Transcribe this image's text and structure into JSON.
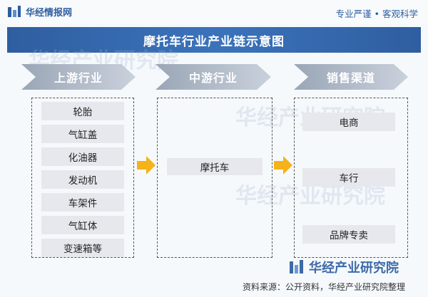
{
  "header": {
    "brand": "华经情报网",
    "tagline": "专业严谨 • 客观科学"
  },
  "title": "摩托车行业产业链示意图",
  "columns": {
    "upstream": {
      "label": "上游行业",
      "items": [
        "轮胎",
        "气缸盖",
        "化油器",
        "发动机",
        "车架件",
        "气缸体",
        "变速箱等"
      ]
    },
    "midstream": {
      "label": "中游行业",
      "items": [
        "摩托车"
      ]
    },
    "channels": {
      "label": "销售渠道",
      "items": [
        "电商",
        "车行",
        "品牌专卖"
      ]
    }
  },
  "footer": {
    "brand": "华经产业研究院",
    "source": "资料来源：公开资料，华经产业研究院整理"
  },
  "colors": {
    "title_bar": "#2f5ea0",
    "chevron": "#9aa6b6",
    "item_bg": "#e6e8ed",
    "arrow": "#f5b21a"
  }
}
